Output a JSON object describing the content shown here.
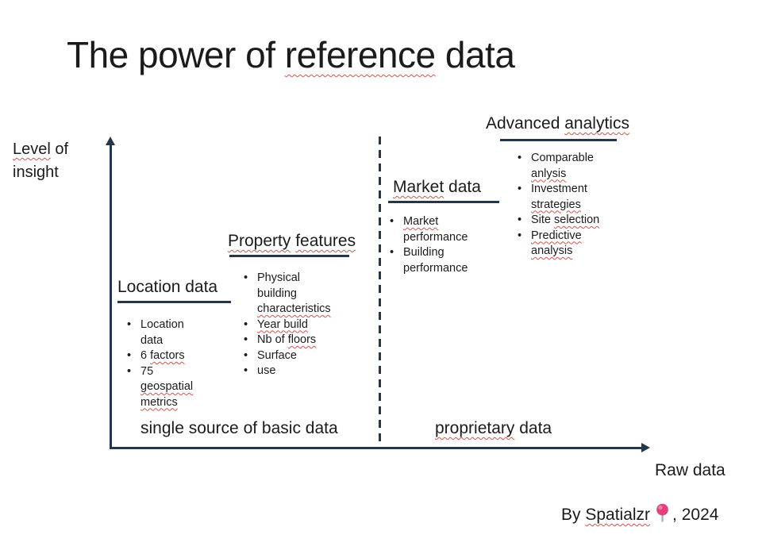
{
  "slide_title": [
    {
      "t": "The power of "
    },
    {
      "t": "reference",
      "sq": true
    },
    {
      "t": " data"
    }
  ],
  "y_axis_label": [
    {
      "t": "Level",
      "sq": true
    },
    {
      "t": " of\ninsight"
    }
  ],
  "x_axis_title": [
    {
      "t": "Raw data"
    }
  ],
  "zone_labels": {
    "left": [
      {
        "t": "single source of basic data"
      }
    ],
    "right": [
      {
        "t": "proprietary",
        "sq": true
      },
      {
        "t": " data"
      }
    ]
  },
  "groups": [
    {
      "id": "location-data",
      "heading": [
        {
          "t": "Location data"
        }
      ],
      "bullets": [
        [
          {
            "t": "Location data"
          }
        ],
        [
          {
            "t": "6 "
          },
          {
            "t": "factors",
            "sq": true
          }
        ],
        [
          {
            "t": "75 "
          },
          {
            "t": "geospatial",
            "sq": true
          },
          {
            "t": " "
          },
          {
            "t": "metrics",
            "sq": true
          }
        ]
      ]
    },
    {
      "id": "property-features",
      "heading": [
        {
          "t": "Property",
          "sq": true
        },
        {
          "t": " "
        },
        {
          "t": "features",
          "sq": true
        }
      ],
      "bullets": [
        [
          {
            "t": "Physical building "
          },
          {
            "t": "characteristics",
            "sq": true
          }
        ],
        [
          {
            "t": "Year build",
            "sq": true
          }
        ],
        [
          {
            "t": "Nb of "
          },
          {
            "t": "floors",
            "sq": true
          }
        ],
        [
          {
            "t": "Surface"
          }
        ],
        [
          {
            "t": "use"
          }
        ]
      ]
    },
    {
      "id": "market-data",
      "heading": [
        {
          "t": "Market",
          "sq": true
        },
        {
          "t": " data"
        }
      ],
      "bullets": [
        [
          {
            "t": "Market",
            "sq": true
          },
          {
            "t": " performance"
          }
        ],
        [
          {
            "t": "Building performance"
          }
        ]
      ]
    },
    {
      "id": "advanced-analytics",
      "heading": [
        {
          "t": "Advanced "
        },
        {
          "t": "analytics",
          "sq": true
        }
      ],
      "bullets": [
        [
          {
            "t": "Comparable "
          },
          {
            "t": "anlysis",
            "sq": true
          }
        ],
        [
          {
            "t": "Investment "
          },
          {
            "t": "strategies",
            "sq": true
          }
        ],
        [
          {
            "t": "Site "
          },
          {
            "t": "selection",
            "sq": true
          }
        ],
        [
          {
            "t": "Predictive",
            "sq": true
          },
          {
            "t": " "
          },
          {
            "t": "analysis",
            "sq": true
          }
        ]
      ]
    }
  ],
  "footer": {
    "by": [
      {
        "t": "By "
      },
      {
        "t": "Spatialzr",
        "sq": true
      }
    ],
    "pin_icon": "round-pushpin",
    "year": [
      {
        "t": ", 2024"
      }
    ]
  },
  "colors": {
    "text": "#1b1b1b",
    "axis": "#24374a",
    "squiggle": "#cd584d",
    "pin": "#e2417d"
  }
}
